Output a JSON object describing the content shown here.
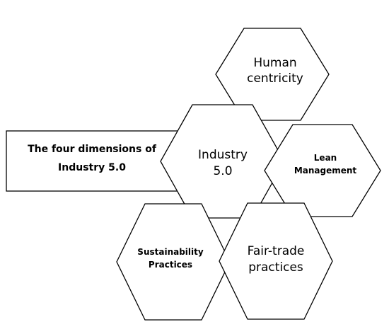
{
  "diagram": {
    "label_box": {
      "line1": "The four dimensions of",
      "line2": "Industry 5.0"
    },
    "center": {
      "line1": "Industry",
      "line2": "5.0"
    },
    "human": {
      "line1": "Human",
      "line2": "centricity"
    },
    "lean": {
      "line1": "Lean",
      "line2": "Management"
    },
    "sustain": {
      "line1": "Sustainability",
      "line2": "Practices"
    },
    "fair": {
      "line1": "Fair-trade",
      "line2": "practices"
    }
  }
}
